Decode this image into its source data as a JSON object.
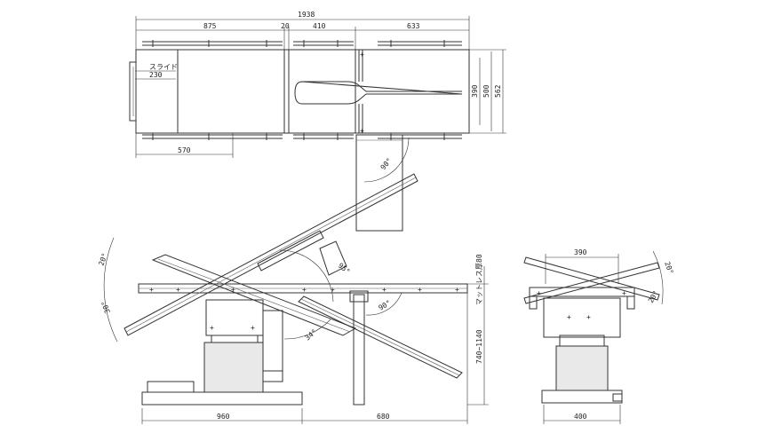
{
  "top_view": {
    "overall_length": "1938",
    "seg_1": "875",
    "seg_2": "20",
    "seg_3": "410",
    "seg_4": "633",
    "slide_label": "スライド",
    "slide_value": "230",
    "bottom_dim": "570",
    "width_1": "390",
    "width_2": "500",
    "width_3": "562",
    "swing_angle": "90°"
  },
  "side_view": {
    "base_length": "960",
    "base_extension": "680",
    "height_range": "740~1140",
    "upper_label": "マットレス厚80",
    "angle_head_up": "20°",
    "angle_head_down": "30°",
    "angle_back_up": "95°",
    "angle_leg_down": "90°",
    "angle_side": "34°"
  },
  "end_view": {
    "top_width": "390",
    "base_width": "400",
    "tilt_a": "20°",
    "tilt_b": "20°"
  }
}
